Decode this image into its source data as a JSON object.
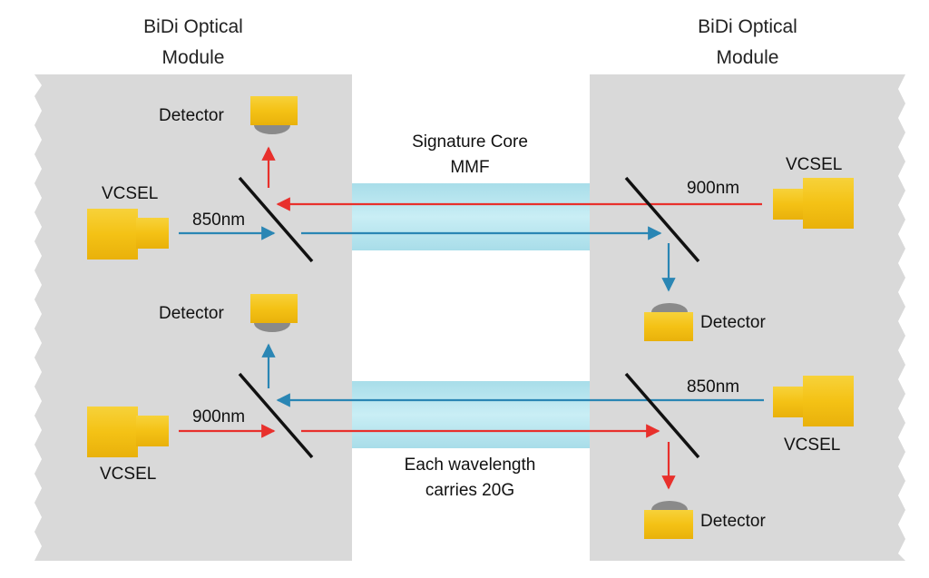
{
  "modules": {
    "left_title_line1": "BiDi Optical",
    "left_title_line2": "Module",
    "right_title_line1": "BiDi Optical",
    "right_title_line2": "Module"
  },
  "fiber": {
    "label_line1": "Signature Core",
    "label_line2": "MMF",
    "caption_line1": "Each wavelength",
    "caption_line2": "carries 20G"
  },
  "labels": {
    "detector": "Detector",
    "vcsel": "VCSEL",
    "wl_850": "850nm",
    "wl_900": "900nm"
  },
  "colors": {
    "module_bg": "#d9d9d9",
    "fiber": "#b7e6f0",
    "component": "#f5c518",
    "detector_lens": "#8a8a8a",
    "red_arrow": "#e8302c",
    "blue_arrow": "#2a86b4",
    "mirror": "#111111"
  }
}
